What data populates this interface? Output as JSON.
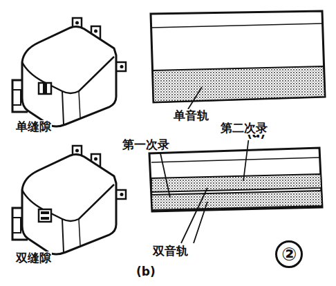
{
  "diagram": {
    "labels": [
      "单缝隙",
      "单音轨",
      "(a)",
      "第一次录",
      "第二次录",
      "双缝隙",
      "双音轨",
      "(b)",
      "②"
    ]
  }
}
